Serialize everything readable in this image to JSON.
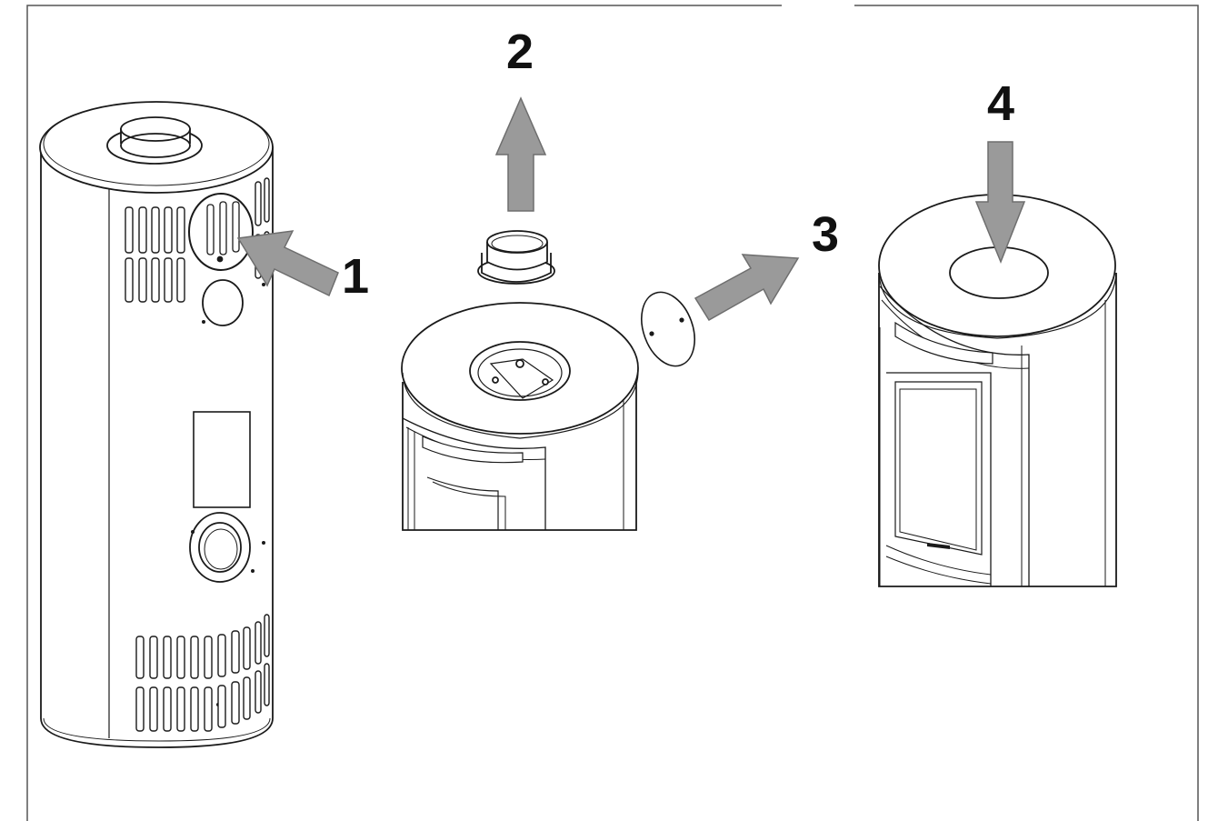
{
  "steps": [
    {
      "label": "1"
    },
    {
      "label": "2"
    },
    {
      "label": "3"
    },
    {
      "label": "4"
    }
  ],
  "colors": {
    "line": "#1a1a1a",
    "arrow_fill": "#9a9a9a",
    "arrow_stroke": "#6e6e6e",
    "background": "#ffffff"
  }
}
